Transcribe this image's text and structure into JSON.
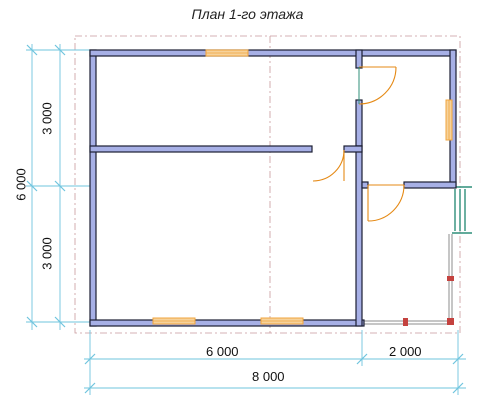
{
  "title": "План 1-го этажа",
  "dimensions": {
    "total_width": "8 000",
    "main_width": "6 000",
    "terrace_width": "2 000",
    "total_height": "6 000",
    "upper_room": "3 000",
    "lower_room": "3 000"
  },
  "colors": {
    "wall_fill": "#a7b0e6",
    "wall_stroke": "#1c1f33",
    "window": "#f0a43c",
    "door": "#e58a16",
    "dimension": "#6fc4de",
    "axis": "#c9999c",
    "rail": "#2f8f7a"
  }
}
